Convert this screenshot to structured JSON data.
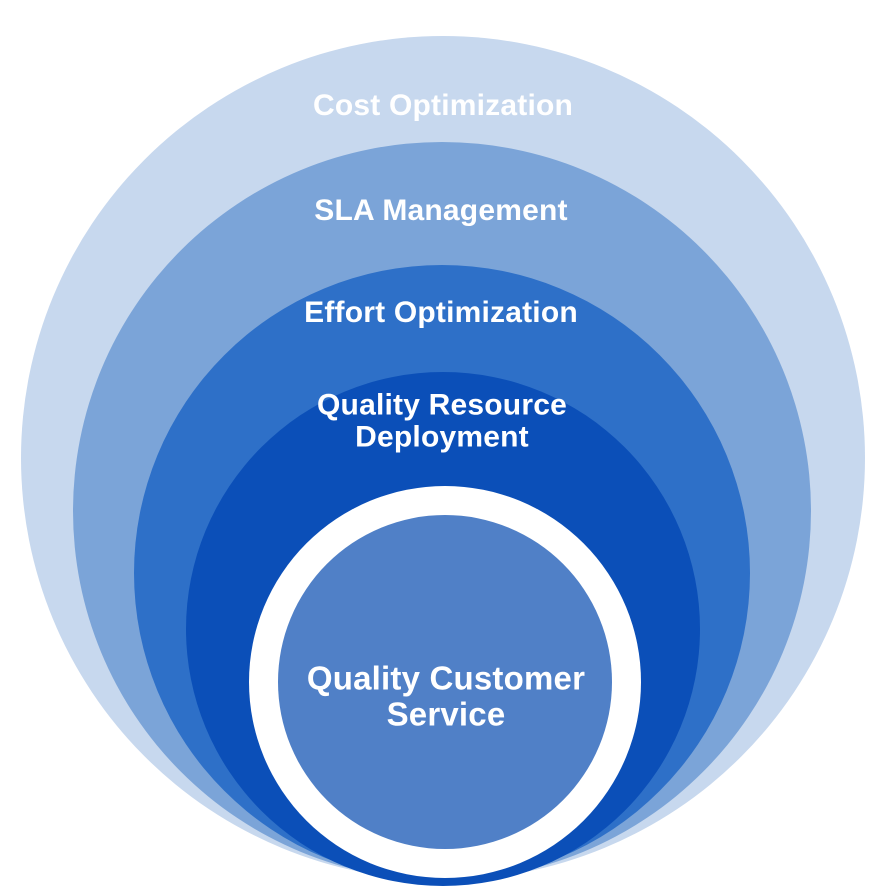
{
  "diagram": {
    "type": "concentric-circles",
    "background_color": "#ffffff",
    "text_color": "#ffffff",
    "rings": [
      {
        "label": "Cost Optimization",
        "color": "#c7d8ee"
      },
      {
        "label": "SLA Management",
        "color": "#7ba4d8"
      },
      {
        "label": "Effort Optimization",
        "color": "#2e70c8"
      },
      {
        "label": "Quality Resource Deployment",
        "color": "#0b4fb8"
      },
      {
        "label": "Quality Customer Service",
        "color": "#5080c7",
        "ring_color": "#ffffff"
      }
    ]
  }
}
